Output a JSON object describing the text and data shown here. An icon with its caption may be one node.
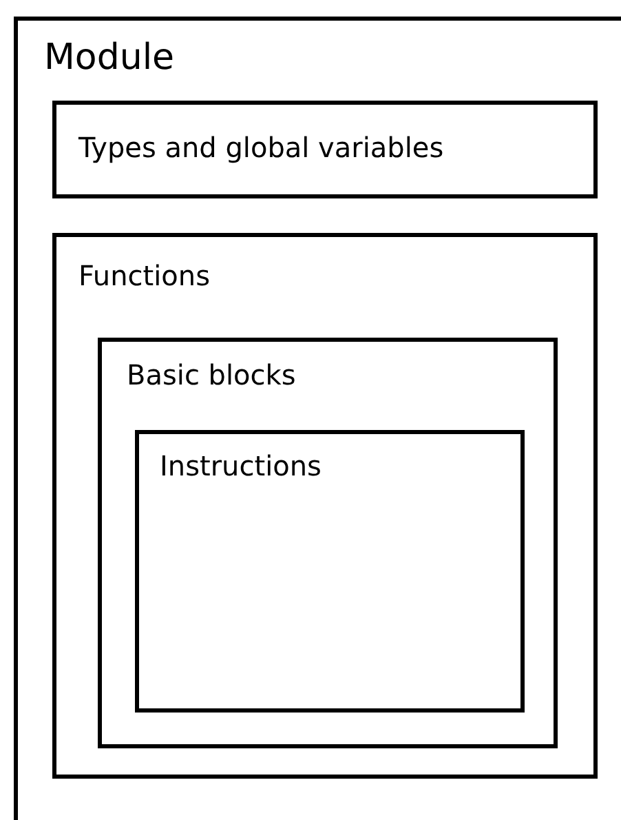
{
  "diagram": {
    "nodes": [
      {
        "text": [
          "Module"
        ]
      },
      {
        "text": [
          "Types and global variables"
        ],
        "in": 0
      },
      {
        "text": [
          "Functions"
        ],
        "in": 0
      },
      {
        "text": [
          "Basic blocks"
        ],
        "in": 2
      },
      {
        "text": [
          "Instructions"
        ],
        "in": 3
      }
    ]
  }
}
